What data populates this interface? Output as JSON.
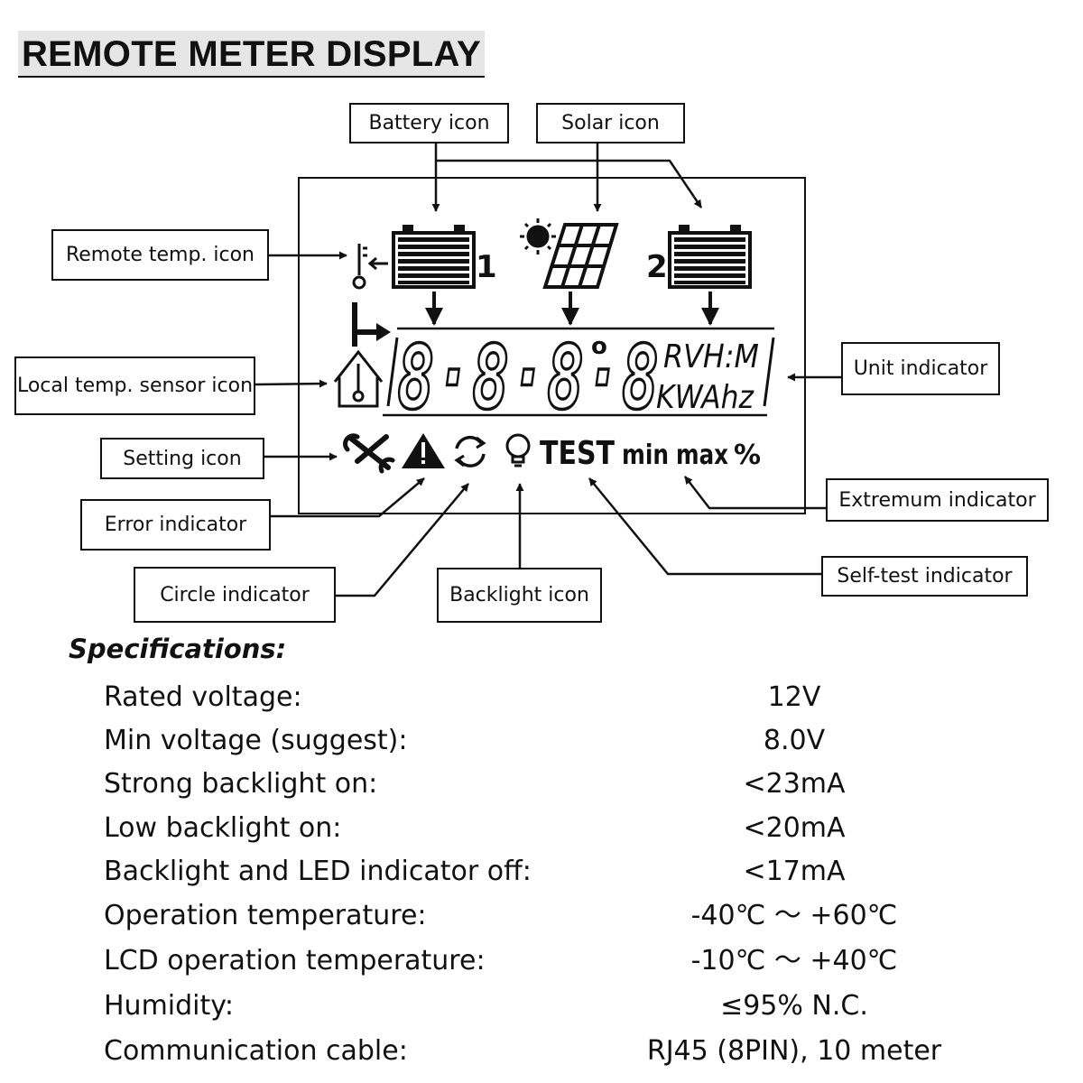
{
  "title": "REMOTE METER DISPLAY",
  "callouts": {
    "battery": "Battery icon",
    "solar": "Solar icon",
    "remote_temp": "Remote temp. icon",
    "local_temp": "Local temp. sensor icon",
    "setting": "Setting icon",
    "error": "Error indicator",
    "circle": "Circle indicator",
    "backlight": "Backlight icon",
    "unit": "Unit indicator",
    "extremum": "Extremum indicator",
    "self_test": "Self-test indicator"
  },
  "lcd": {
    "digits": "8·8·8·8",
    "degree": "o",
    "battery1_num": "1",
    "battery2_num": "2",
    "unit_top": "RVH:M",
    "unit_bottom": "KWAhz",
    "test": "TEST",
    "min": "min",
    "max": "max",
    "percent": "%"
  },
  "specs": {
    "heading": "Specifications:",
    "rows": [
      {
        "label": "Rated voltage:",
        "value": "12V"
      },
      {
        "label": "Min voltage (suggest):",
        "value": "8.0V"
      },
      {
        "label": "Strong backlight on:",
        "value": "<23mA"
      },
      {
        "label": "Low backlight on:",
        "value": "<20mA"
      },
      {
        "label": "Backlight and LED indicator off:",
        "value": "<17mA"
      },
      {
        "label": "Operation temperature:",
        "value": "-40℃  ～  +60℃"
      },
      {
        "label": "LCD operation temperature:",
        "value": "-10℃  ～  +40℃"
      },
      {
        "label": "Humidity:",
        "value": "≤95% N.C."
      },
      {
        "label": "Communication cable:",
        "value": "RJ45 (8PIN), 10 meter"
      }
    ]
  }
}
